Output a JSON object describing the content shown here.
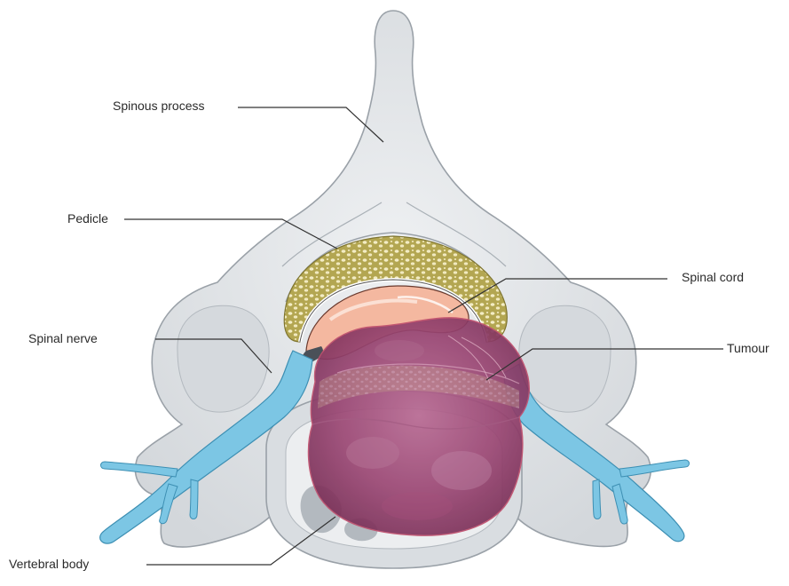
{
  "labels": {
    "spinous_process": "Spinous process",
    "pedicle": "Pedicle",
    "spinal_cord": "Spinal cord",
    "spinal_nerve": "Spinal nerve",
    "tumour": "Tumour",
    "vertebral_body": "Vertebral body"
  },
  "colors": {
    "bone": "#e4e7ea",
    "bone_shadow": "#c7ccd1",
    "bone_outline": "#9aa1a8",
    "cancellous": "#b9ad5a",
    "cord": "#f2b59b",
    "nerve": "#7cc6e4",
    "tumour": "#9a4673",
    "leader": "#333333"
  }
}
